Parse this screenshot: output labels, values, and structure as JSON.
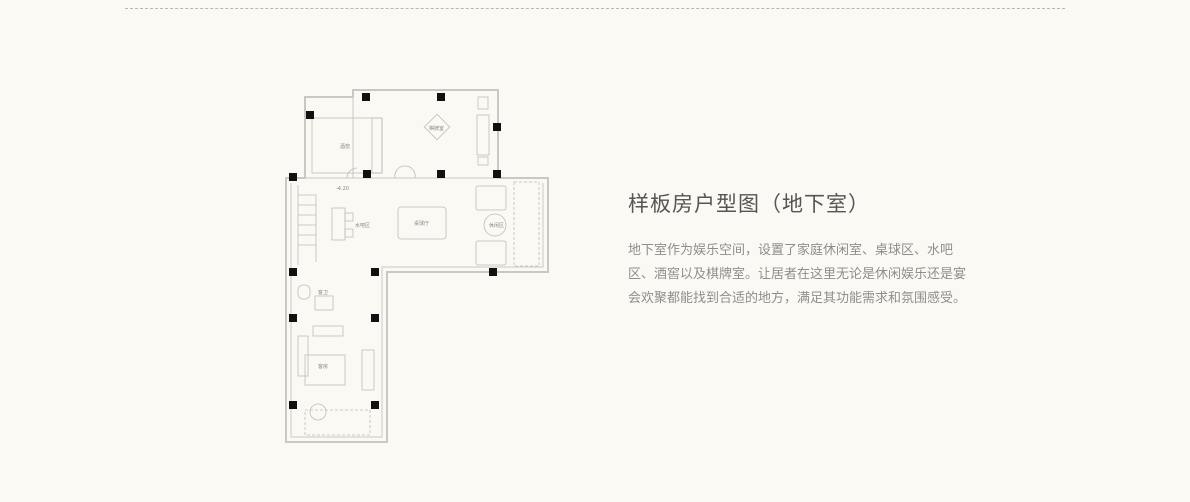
{
  "section": {
    "title": "样板房户型图（地下室）",
    "description": "地下室作为娱乐空间，设置了家庭休闲室、桌球区、水吧区、酒窖以及棋牌室。让居者在这里无论是休闲娱乐还是宴会欢聚都能找到合适的地方，满足其功能需求和氛围感受。"
  },
  "floorplan": {
    "rooms": [
      "酒窖",
      "棋牌室",
      "桌球厅",
      "休闲区",
      "水吧区",
      "客卫",
      "客房"
    ],
    "level_mark": "-4.20"
  },
  "colors": {
    "background": "#faf9f4",
    "wall": "#c8c8c4",
    "pillar": "#111111",
    "rule": "#b9bb9f"
  }
}
